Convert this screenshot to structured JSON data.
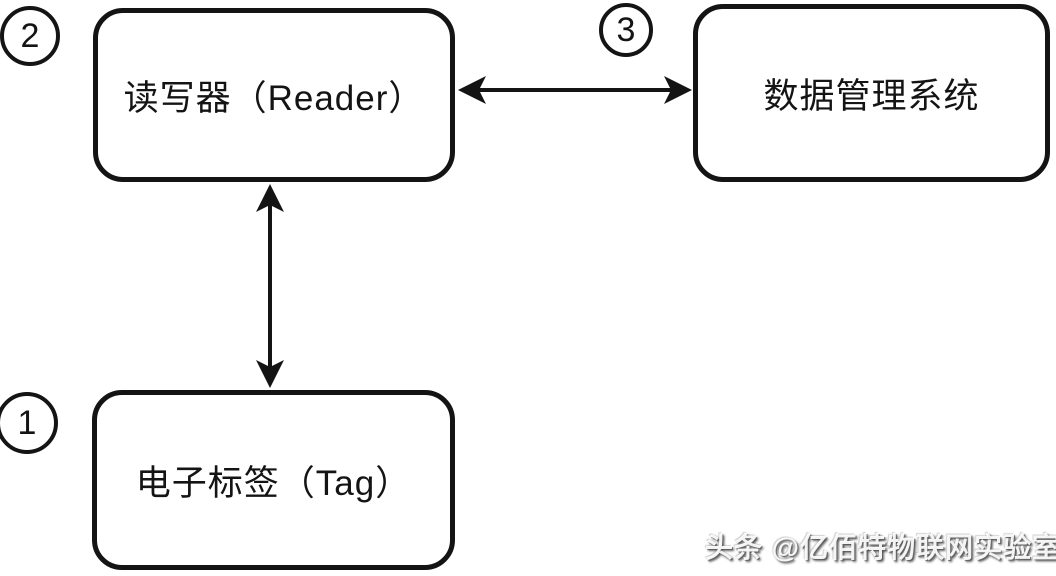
{
  "diagram": {
    "nodes": [
      {
        "id": "reader",
        "badge": "2",
        "label": "读写器（Reader）"
      },
      {
        "id": "dms",
        "badge": "3",
        "label": "数据管理系统"
      },
      {
        "id": "tag",
        "badge": "1",
        "label": "电子标签（Tag）"
      }
    ],
    "connections": [
      {
        "from": "reader",
        "to": "dms",
        "style": "double-headed-arrow",
        "orientation": "horizontal"
      },
      {
        "from": "reader",
        "to": "tag",
        "style": "double-headed-arrow",
        "orientation": "vertical"
      }
    ],
    "colors": {
      "ink": "#141414",
      "background": "#ffffff"
    },
    "watermark": "头条 @亿佰特物联网实验室"
  }
}
